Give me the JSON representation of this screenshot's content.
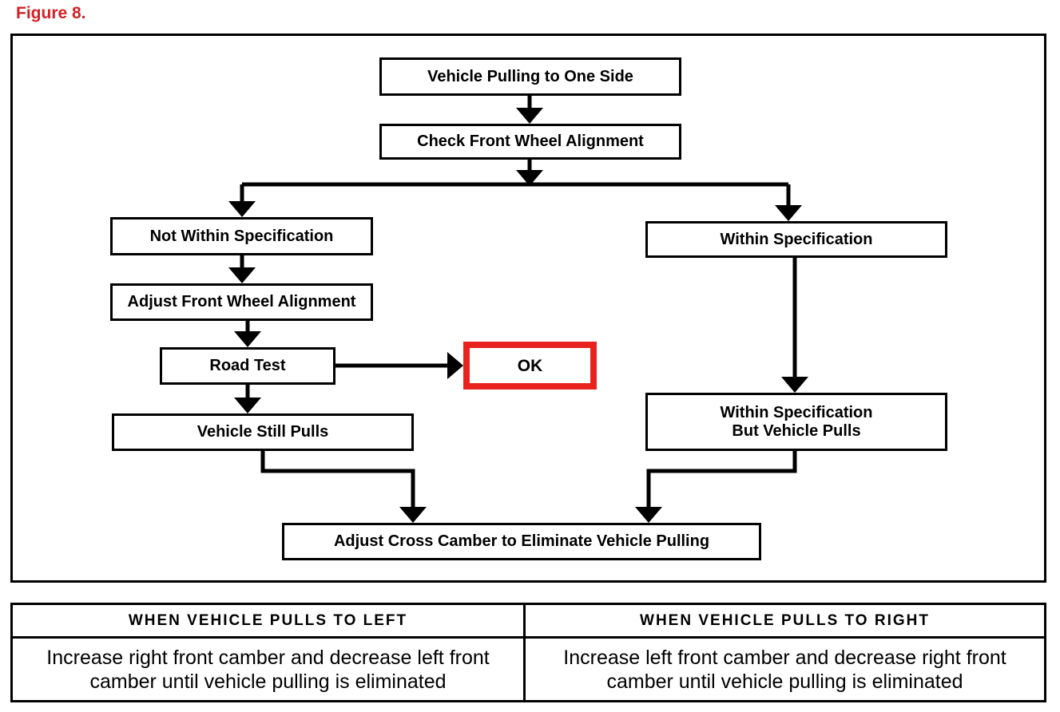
{
  "figure": {
    "title": "Figure 8."
  },
  "colors": {
    "figure_title_red": "#d32127",
    "ok_border_red": "#e8231f",
    "line_black": "#000000"
  },
  "flowchart": {
    "nodes": {
      "vehicle_pulling": "Vehicle Pulling to One Side",
      "check_alignment": "Check Front Wheel Alignment",
      "not_within_spec": "Not Within Specification",
      "adjust_alignment": "Adjust Front Wheel Alignment",
      "road_test": "Road Test",
      "ok": "OK",
      "vehicle_still_pulls": "Vehicle Still Pulls",
      "within_spec": "Within Specification",
      "within_spec_pulls": {
        "line1": "Within Specification",
        "line2": "But Vehicle Pulls"
      },
      "adjust_cross_camber": "Adjust Cross Camber to Eliminate Vehicle Pulling"
    }
  },
  "table": {
    "headers": [
      "WHEN VEHICLE PULLS TO LEFT",
      "WHEN VEHICLE PULLS TO RIGHT"
    ],
    "cells": [
      "Increase right front camber and decrease left front camber until vehicle pulling is eliminated",
      "Increase left front camber and decrease right front camber until vehicle pulling is eliminated"
    ]
  }
}
